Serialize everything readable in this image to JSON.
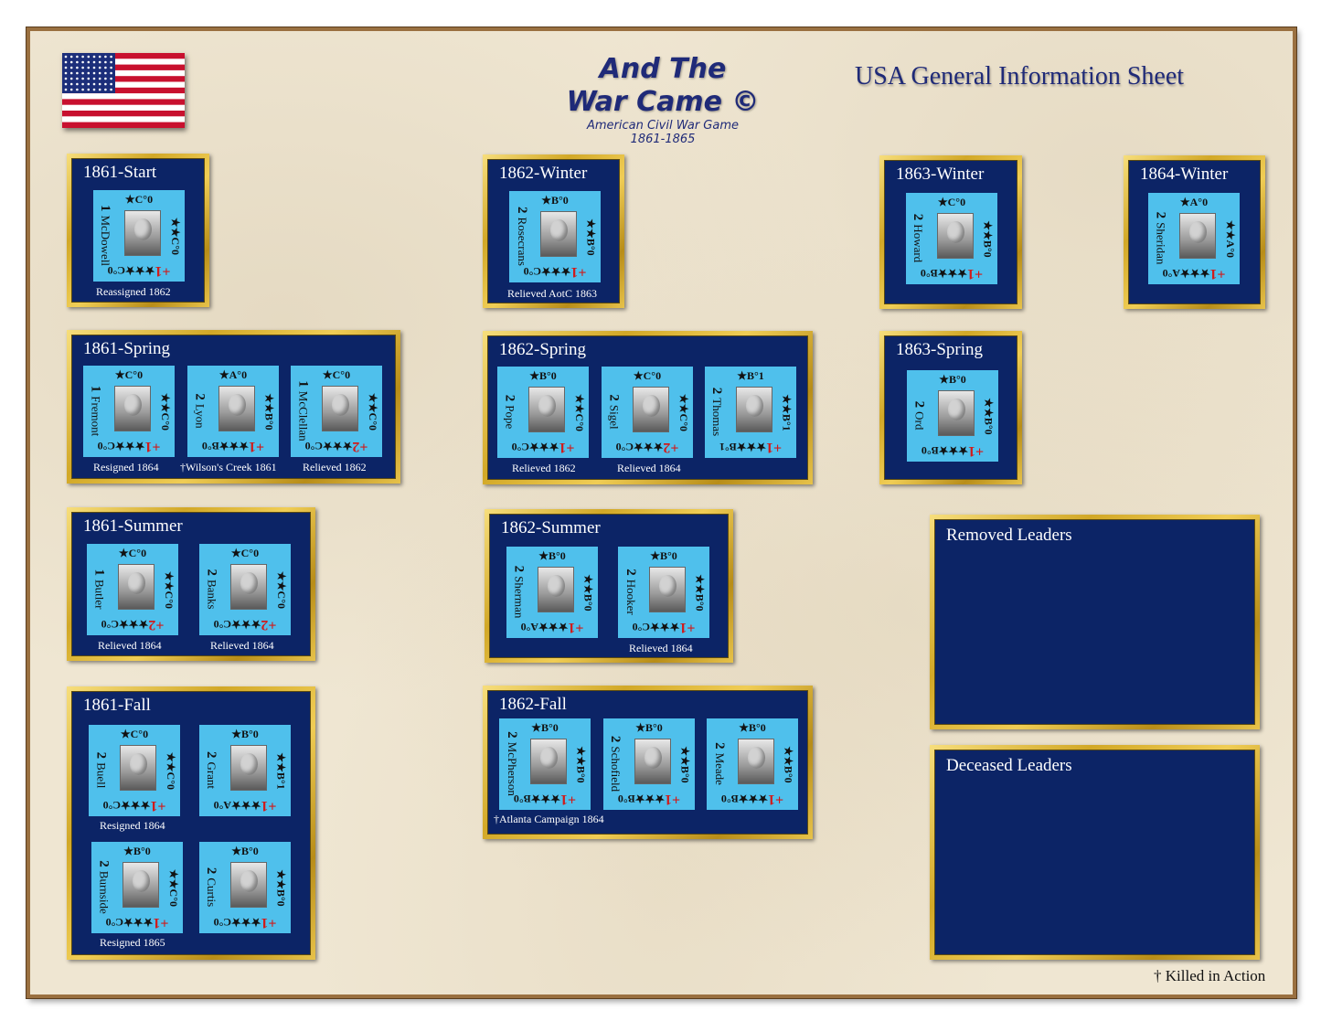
{
  "header": {
    "title_line1": "And The",
    "title_line2": "War Came ©",
    "subtitle": "American Civil War Game",
    "years": "1861-1865",
    "sheet_title": "USA General Information Sheet"
  },
  "colors": {
    "panel_bg": "#0c2466",
    "card_bg": "#4fc0ec",
    "gold_frame": "#d2a827",
    "title_blue": "#1f2a78"
  },
  "panels": {
    "p1861start": {
      "title": "1861-Start",
      "captions": [
        "Reassigned 1862"
      ],
      "cards": [
        {
          "rank": "1",
          "name": "McDowell",
          "top": "★C°0",
          "right": "★★C°0",
          "bottom": "★★★C°0",
          "num": "+1"
        }
      ]
    },
    "p1861spring": {
      "title": "1861-Spring",
      "captions": [
        "Resigned 1864",
        "†Wilson's Creek 1861",
        "Relieved 1862"
      ],
      "cards": [
        {
          "rank": "1",
          "name": "Fremont",
          "top": "★C°0",
          "right": "★★C°0",
          "bottom": "★★★C°0",
          "num": "+1"
        },
        {
          "rank": "2",
          "name": "Lyon",
          "top": "★A°0",
          "right": "★★B°0",
          "bottom": "★★★B°0",
          "num": "+1"
        },
        {
          "rank": "1",
          "name": "McClellan",
          "top": "★C°0",
          "right": "★★C°0",
          "bottom": "★★★C°0",
          "num": "+2"
        }
      ]
    },
    "p1861summer": {
      "title": "1861-Summer",
      "captions": [
        "Relieved 1864",
        "Relieved 1864"
      ],
      "cards": [
        {
          "rank": "1",
          "name": "Butler",
          "top": "★C°0",
          "right": "★★C°0",
          "bottom": "★★★C°0",
          "num": "+2"
        },
        {
          "rank": "2",
          "name": "Banks",
          "top": "★C°0",
          "right": "★★C°0",
          "bottom": "★★★C°0",
          "num": "+2"
        }
      ]
    },
    "p1861fall": {
      "title": "1861-Fall",
      "captions": [
        "Resigned 1864",
        "Resigned 1865"
      ],
      "cards": [
        {
          "rank": "2",
          "name": "Buell",
          "top": "★C°0",
          "right": "★★C°0",
          "bottom": "★★★C°0",
          "num": "+1"
        },
        {
          "rank": "2",
          "name": "Grant",
          "top": "★B°0",
          "right": "★★B°1",
          "bottom": "★★★A°0",
          "num": "+1"
        },
        {
          "rank": "2",
          "name": "Burnside",
          "top": "★B°0",
          "right": "★★C°0",
          "bottom": "★★★C°0",
          "num": "+1"
        },
        {
          "rank": "2",
          "name": "Curtis",
          "top": "★B°0",
          "right": "★★B°0",
          "bottom": "★★★C°0",
          "num": "+1"
        }
      ]
    },
    "p1862winter": {
      "title": "1862-Winter",
      "captions": [
        "Relieved AotC 1863"
      ],
      "cards": [
        {
          "rank": "2",
          "name": "Rosecrans",
          "top": "★B°0",
          "right": "★★B°0",
          "bottom": "★★★C°0",
          "num": "+1"
        }
      ]
    },
    "p1862spring": {
      "title": "1862-Spring",
      "captions": [
        "Relieved 1862",
        "Relieved 1864"
      ],
      "cards": [
        {
          "rank": "2",
          "name": "Pope",
          "top": "★B°0",
          "right": "★★C°0",
          "bottom": "★★★C°0",
          "num": "+1"
        },
        {
          "rank": "2",
          "name": "Sigel",
          "top": "★C°0",
          "right": "★★C°0",
          "bottom": "★★★C°0",
          "num": "+2"
        },
        {
          "rank": "2",
          "name": "Thomas",
          "top": "★B°1",
          "right": "★★B°1",
          "bottom": "★★★B°1",
          "num": "+1"
        }
      ]
    },
    "p1862summer": {
      "title": "1862-Summer",
      "captions": [
        "Relieved 1864"
      ],
      "cards": [
        {
          "rank": "2",
          "name": "Sherman",
          "top": "★B°0",
          "right": "★★B°0",
          "bottom": "★★★A°0",
          "num": "+1"
        },
        {
          "rank": "2",
          "name": "Hooker",
          "top": "★B°0",
          "right": "★★B°0",
          "bottom": "★★★C°0",
          "num": "+1"
        }
      ]
    },
    "p1862fall": {
      "title": "1862-Fall",
      "captions": [
        "†Atlanta Campaign 1864"
      ],
      "cards": [
        {
          "rank": "2",
          "name": "McPherson",
          "top": "★B°0",
          "right": "★★B°0",
          "bottom": "★★★B°0",
          "num": "+1"
        },
        {
          "rank": "2",
          "name": "Schofield",
          "top": "★B°0",
          "right": "★★B°0",
          "bottom": "★★★B°0",
          "num": "+1"
        },
        {
          "rank": "2",
          "name": "Meade",
          "top": "★B°0",
          "right": "★★B°0",
          "bottom": "★★★B°0",
          "num": "+1"
        }
      ]
    },
    "p1863winter": {
      "title": "1863-Winter",
      "captions": [],
      "cards": [
        {
          "rank": "2",
          "name": "Howard",
          "top": "★C°0",
          "right": "★★B°0",
          "bottom": "★★★B°0",
          "num": "+1"
        }
      ]
    },
    "p1863spring": {
      "title": "1863-Spring",
      "captions": [],
      "cards": [
        {
          "rank": "2",
          "name": "Ord",
          "top": "★B°0",
          "right": "★★B°0",
          "bottom": "★★★B°0",
          "num": "+1"
        }
      ]
    },
    "p1864winter": {
      "title": "1864-Winter",
      "captions": [],
      "cards": [
        {
          "rank": "2",
          "name": "Sheridan",
          "top": "★A°0",
          "right": "★★A°0",
          "bottom": "★★★A°0",
          "num": "+1"
        }
      ]
    },
    "removed": {
      "title": "Removed Leaders"
    },
    "deceased": {
      "title": "Deceased Leaders"
    }
  },
  "footer": {
    "note": "† Killed in Action"
  }
}
